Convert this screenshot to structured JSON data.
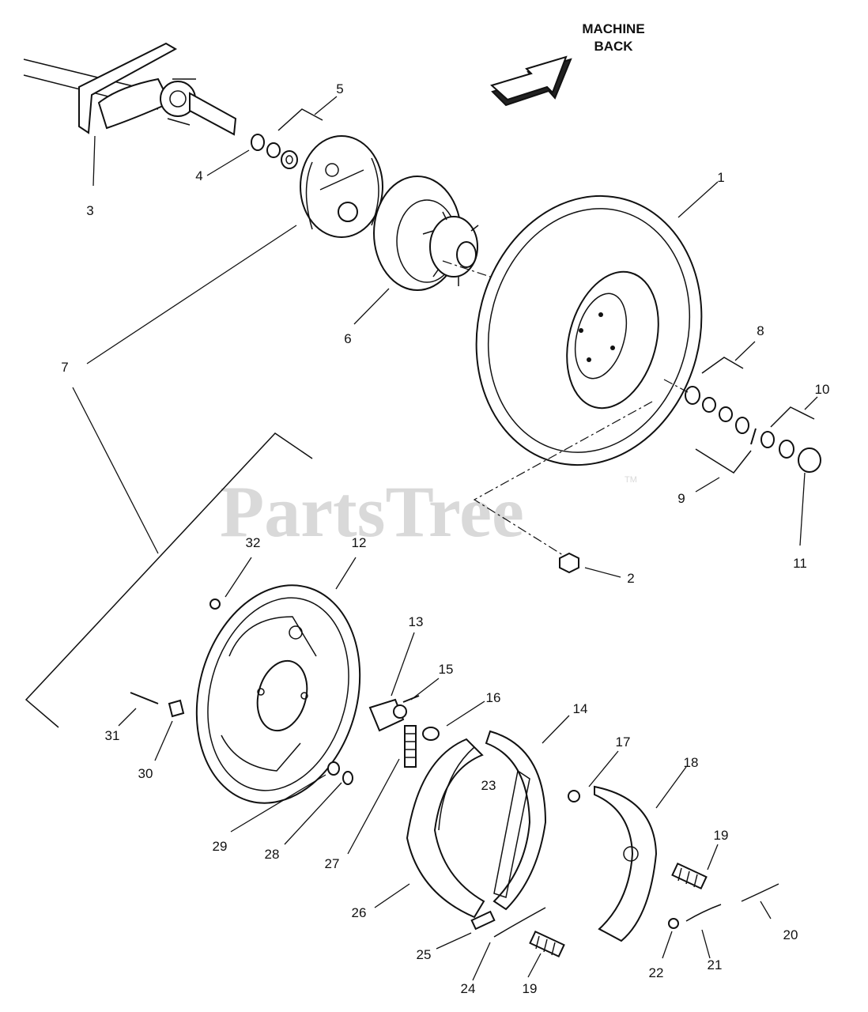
{
  "header": {
    "line1": "MACHINE",
    "line2": "BACK"
  },
  "watermark": {
    "text": "PartsTree",
    "mark": "TM"
  },
  "callouts": {
    "c1": "1",
    "c2": "2",
    "c3": "3",
    "c4": "4",
    "c5": "5",
    "c6": "6",
    "c7": "7",
    "c8": "8",
    "c9": "9",
    "c10": "10",
    "c11": "11",
    "c12": "12",
    "c13": "13",
    "c14": "14",
    "c15": "15",
    "c16": "16",
    "c17": "17",
    "c18": "18",
    "c19a": "19",
    "c19b": "19",
    "c20": "20",
    "c21": "21",
    "c22": "22",
    "c23": "23",
    "c24": "24",
    "c25": "25",
    "c26": "26",
    "c27": "27",
    "c28": "28",
    "c29": "29",
    "c30": "30",
    "c31": "31",
    "c32": "32"
  },
  "icons": {
    "direction_arrow": "arrow-upper-right-icon"
  }
}
